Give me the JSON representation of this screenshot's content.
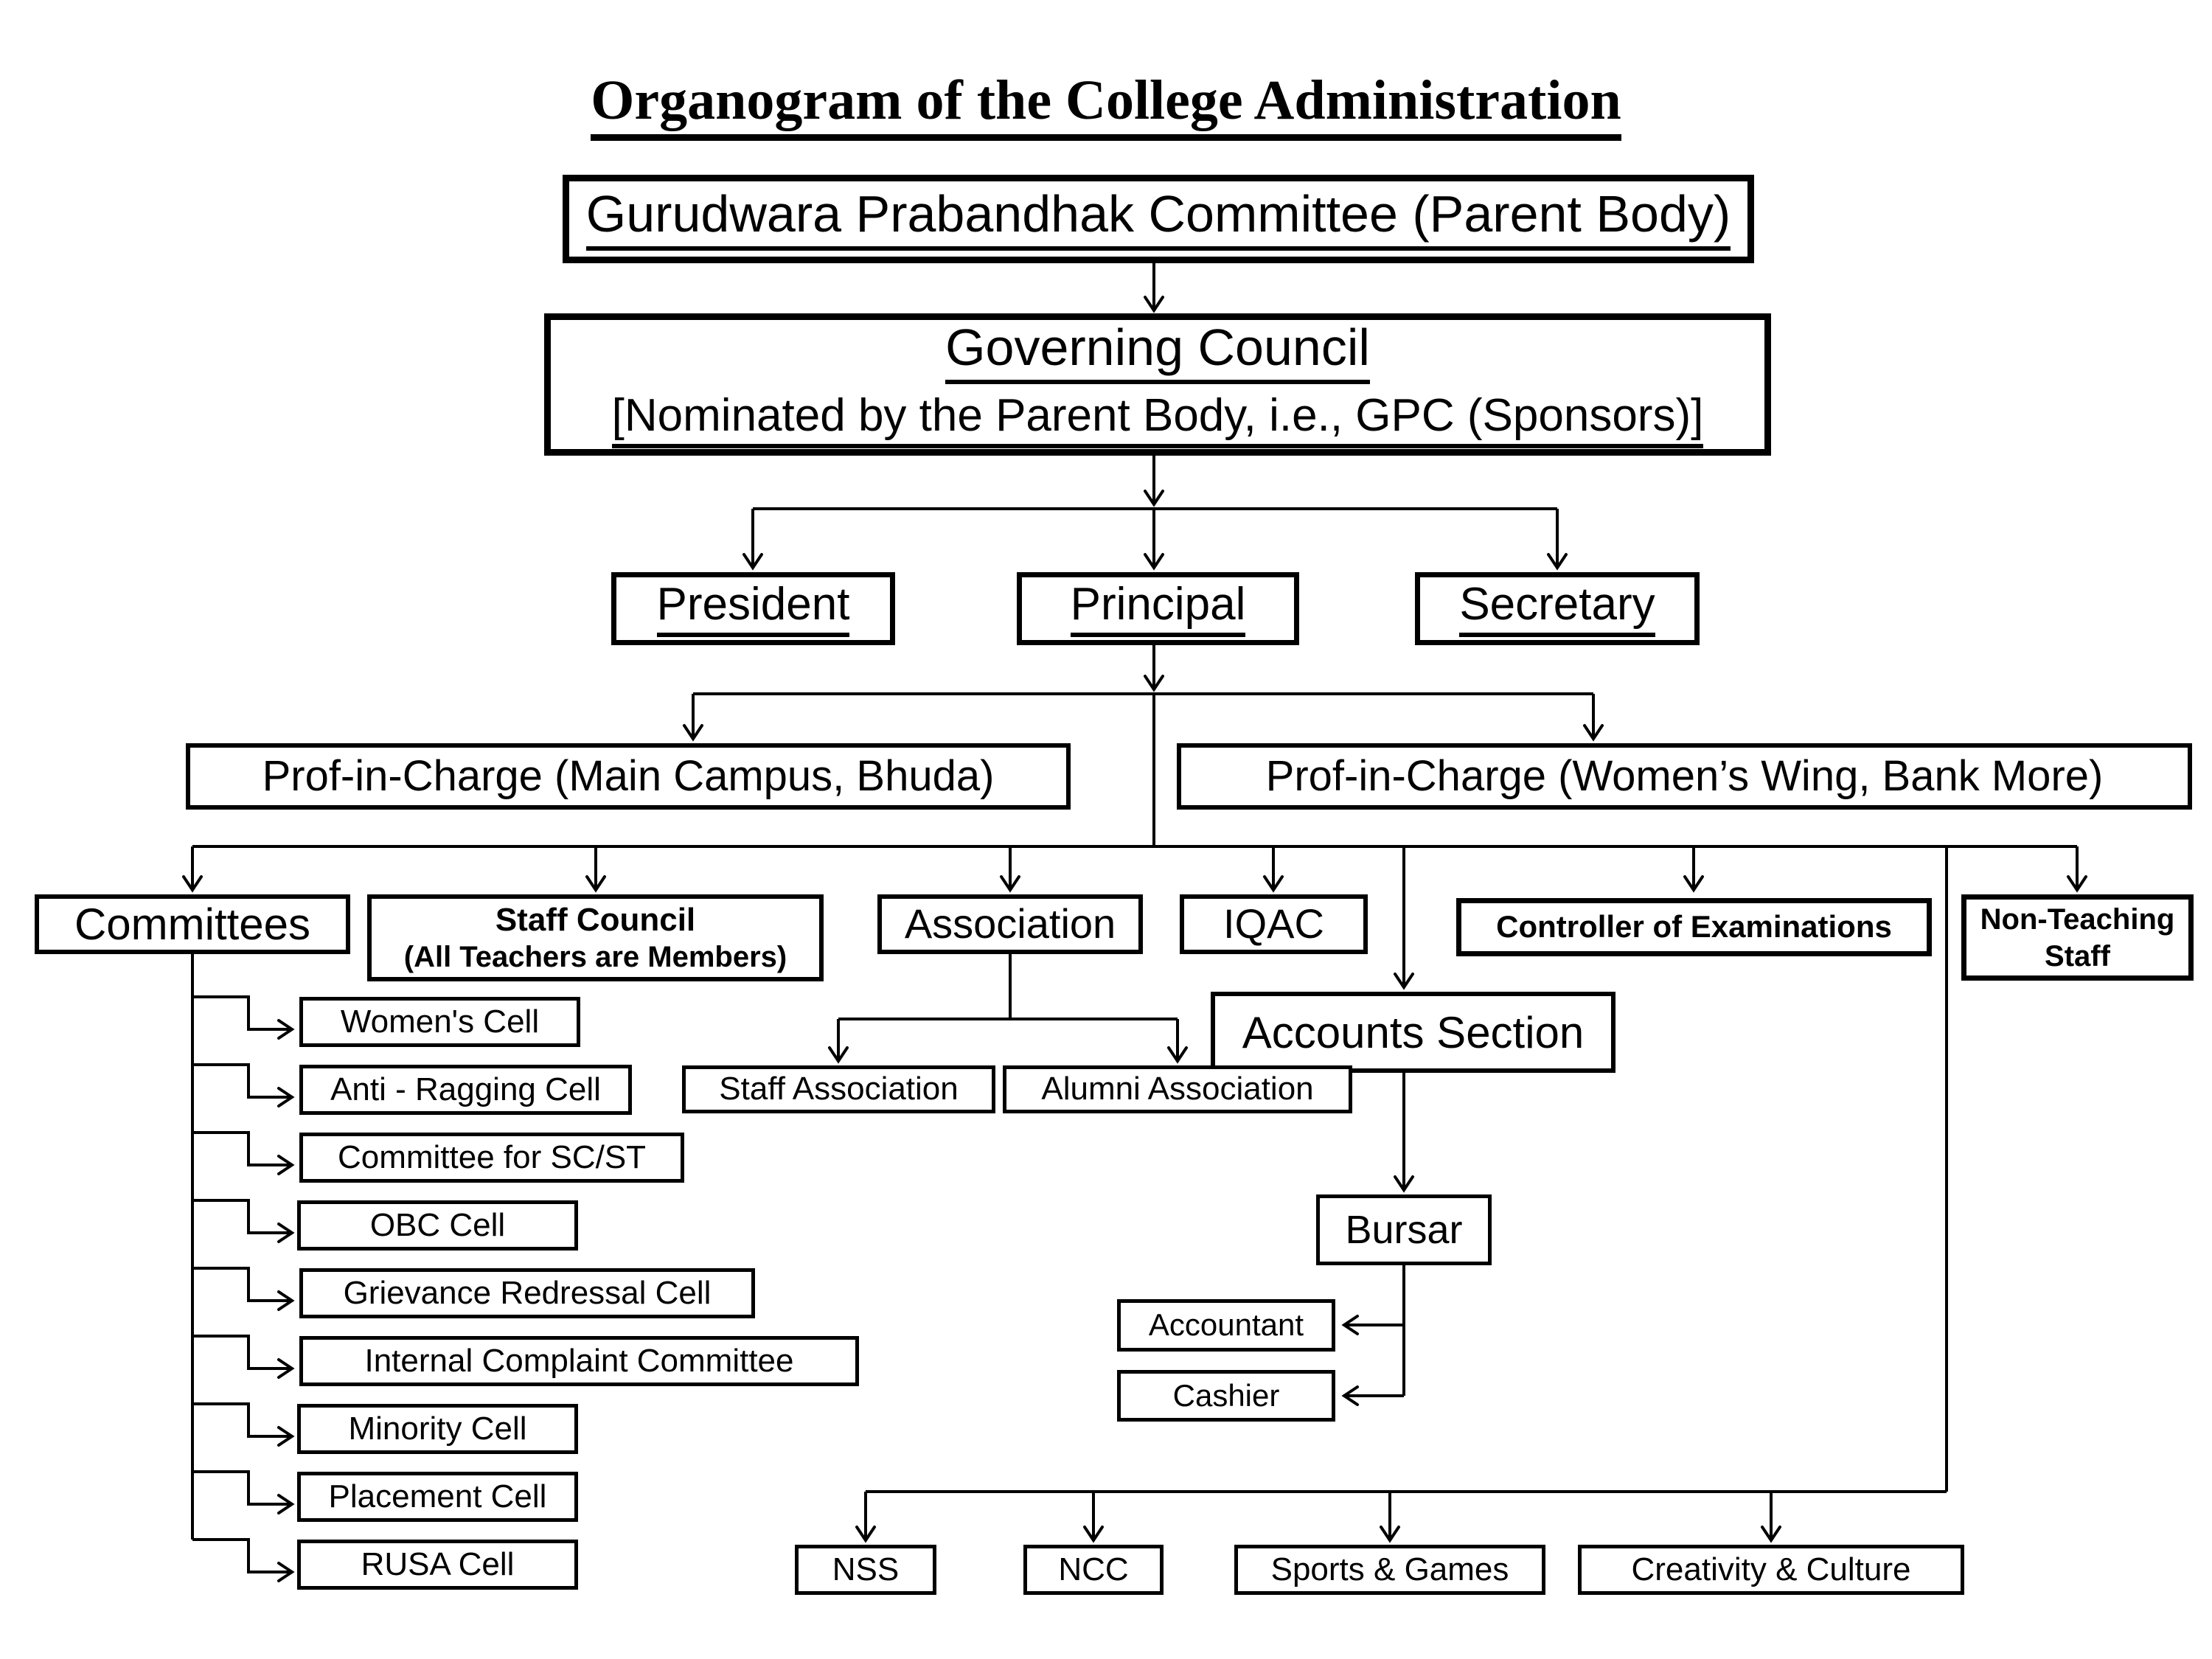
{
  "title": "Organogram of the College Administration",
  "colors": {
    "background": "#ffffff",
    "line": "#000000",
    "text": "#000000"
  },
  "nodes": {
    "parent_body": "Gurudwara Prabandhak Committee (Parent Body)",
    "governing_council": "Governing Council",
    "governing_note": "[Nominated by the Parent Body, i.e., GPC (Sponsors)]",
    "president": "President",
    "principal": "Principal",
    "secretary": "Secretary",
    "prof_in_charge_main": "Prof-in-Charge (Main Campus, Bhuda)",
    "prof_in_charge_women": "Prof-in-Charge (Women’s Wing, Bank More)",
    "committees": "Committees",
    "staff_council": "Staff Council",
    "staff_council_note": "(All Teachers are Members)",
    "association": "Association",
    "iqac": "IQAC",
    "controller": "Controller of Examinations",
    "non_teaching_line1": "Non-Teaching",
    "non_teaching_line2": "Staff",
    "accounts_section": "Accounts Section",
    "staff_association": "Staff Association",
    "alumni_association": "Alumni Association",
    "bursar": "Bursar",
    "accountant": "Accountant",
    "cashier": "Cashier",
    "committee_cells": [
      "Women's Cell",
      "Anti - Ragging Cell",
      "Committee for SC/ST",
      "OBC Cell",
      "Grievance Redressal Cell",
      "Internal Complaint Committee",
      "Minority Cell",
      "Placement Cell",
      "RUSA Cell"
    ],
    "activities": [
      "NSS",
      "NCC",
      "Sports & Games",
      "Creativity & Culture"
    ]
  }
}
